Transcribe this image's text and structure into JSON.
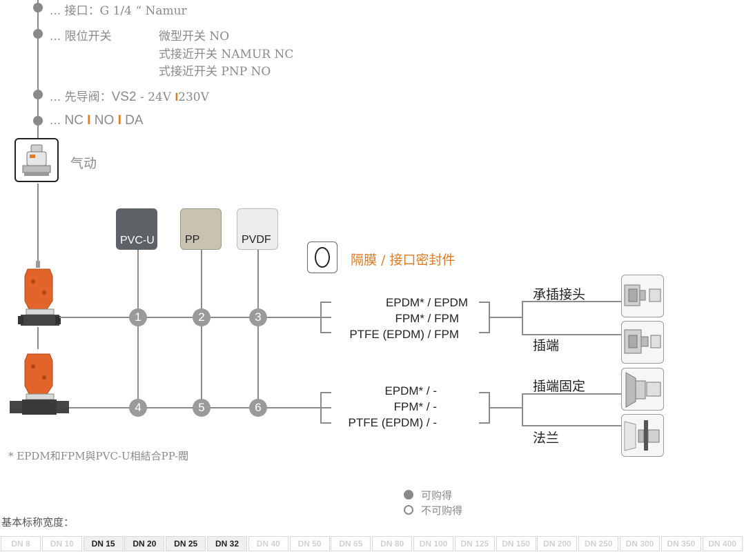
{
  "options": {
    "connection": {
      "prefix": "...",
      "label": "接口：G 1/4 “ Namur"
    },
    "limit_switch": {
      "prefix": "...",
      "label": "限位开关",
      "lines": [
        "微型开关 NO",
        "式接近开关 NAMUR NC",
        "式接近开关 PNP NO"
      ]
    },
    "pilot_valve": {
      "prefix": "...",
      "label": "先导阀：",
      "code": "VS2",
      "sep1": " - ",
      "v1": "24V",
      "bar": "I",
      "v2": "230V"
    },
    "function": {
      "prefix": "...",
      "nc": "NC",
      "bar1": "I",
      "no": "NO",
      "bar2": "I",
      "da": "DA"
    }
  },
  "actuator_label": "气动",
  "materials": [
    {
      "label": "PVC-U",
      "color": "#5c6266",
      "text_color": "#ffffff"
    },
    {
      "label": "PP",
      "color": "#c8c2b0",
      "text_color": "#222222"
    },
    {
      "label": "PVDF",
      "color": "#ececec",
      "text_color": "#222222"
    }
  ],
  "seal_header": {
    "icon": "o-ring-icon",
    "label": "隔膜 / 接口密封件"
  },
  "nodes": [
    "1",
    "2",
    "3",
    "4",
    "5",
    "6"
  ],
  "seals_row1": [
    "EPDM* / EPDM",
    "FPM* / FPM",
    "PTFE (EPDM) / FPM"
  ],
  "seals_row2": [
    "EPDM* / -",
    "FPM* / -",
    "PTFE (EPDM) / -"
  ],
  "connections_row1": [
    "承插接头",
    "插端"
  ],
  "connections_row2": [
    "插端固定",
    "法兰"
  ],
  "footnote": "* EPDM和FPM與PVC-U相結合PP-閥",
  "legend": {
    "available": "可购得",
    "not_available": "不可购得"
  },
  "dn_title": "基本标称宽度：",
  "dn_sizes": [
    {
      "label": "DN 8",
      "on": false
    },
    {
      "label": "DN 10",
      "on": false
    },
    {
      "label": "DN 15",
      "on": true
    },
    {
      "label": "DN 20",
      "on": true
    },
    {
      "label": "DN 25",
      "on": true
    },
    {
      "label": "DN 32",
      "on": true
    },
    {
      "label": "DN 40",
      "on": false
    },
    {
      "label": "DN 50",
      "on": false
    },
    {
      "label": "DN 65",
      "on": false
    },
    {
      "label": "DN 80",
      "on": false
    },
    {
      "label": "DN 100",
      "on": false
    },
    {
      "label": "DN 125",
      "on": false
    },
    {
      "label": "DN 150",
      "on": false
    },
    {
      "label": "DN 200",
      "on": false
    },
    {
      "label": "DN 250",
      "on": false
    },
    {
      "label": "DN 300",
      "on": false
    },
    {
      "label": "DN 350",
      "on": false
    },
    {
      "label": "DN 400",
      "on": false
    }
  ],
  "colors": {
    "accent": "#e07b22",
    "line": "#8a8a8a"
  }
}
